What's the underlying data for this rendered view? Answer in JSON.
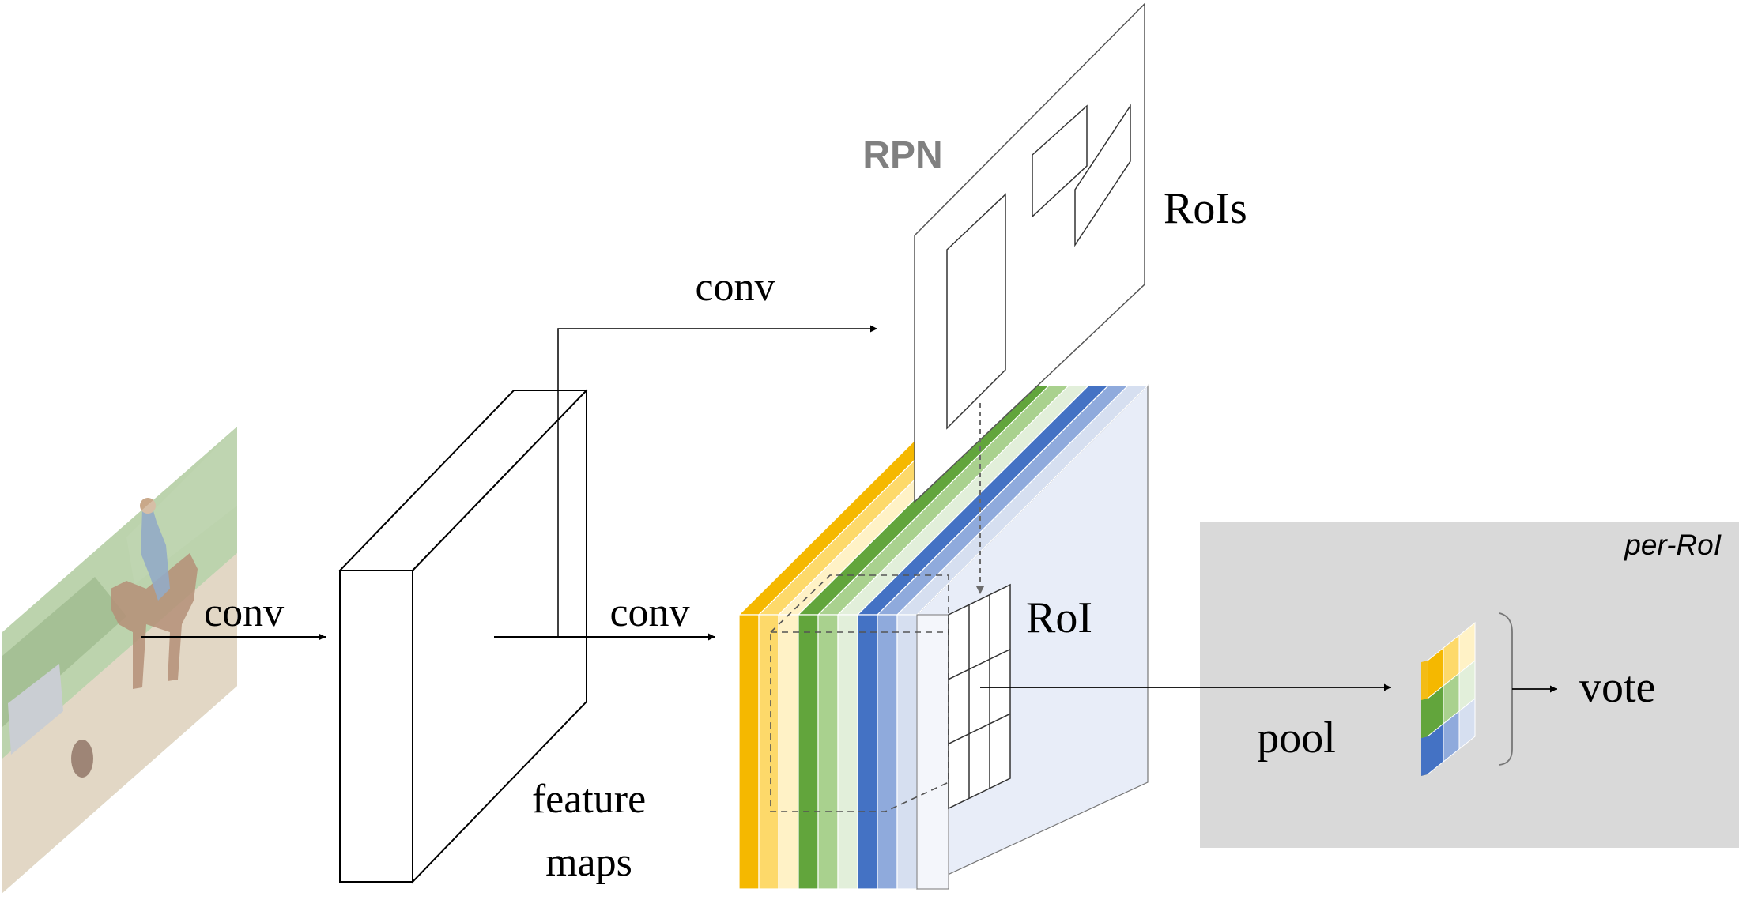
{
  "labels": {
    "conv_input": "conv",
    "conv_rpn": "conv",
    "conv_scoremap": "conv",
    "feature_maps_line1": "feature",
    "feature_maps_line2": "maps",
    "rpn": "RPN",
    "rois": "RoIs",
    "roi": "RoI",
    "per_roi": "per-RoI",
    "pool": "pool",
    "vote": "vote"
  },
  "colors": {
    "rpn_text": "#808080",
    "per_roi_bg": "#d9d9d9",
    "score_back_face": "#e8edf8",
    "score_yellow_dark": "#f5b800",
    "score_yellow_mid": "#fdd96a",
    "score_yellow_light": "#fff2c6",
    "score_green_dark": "#62a53c",
    "score_green_mid": "#a9d18e",
    "score_green_light": "#e2efda",
    "score_blue_dark": "#4472c4",
    "score_blue_mid": "#8faadc",
    "score_blue_light": "#d6dff0"
  },
  "icons": {
    "input_image": "photo-of-rider-on-horse-icon"
  }
}
